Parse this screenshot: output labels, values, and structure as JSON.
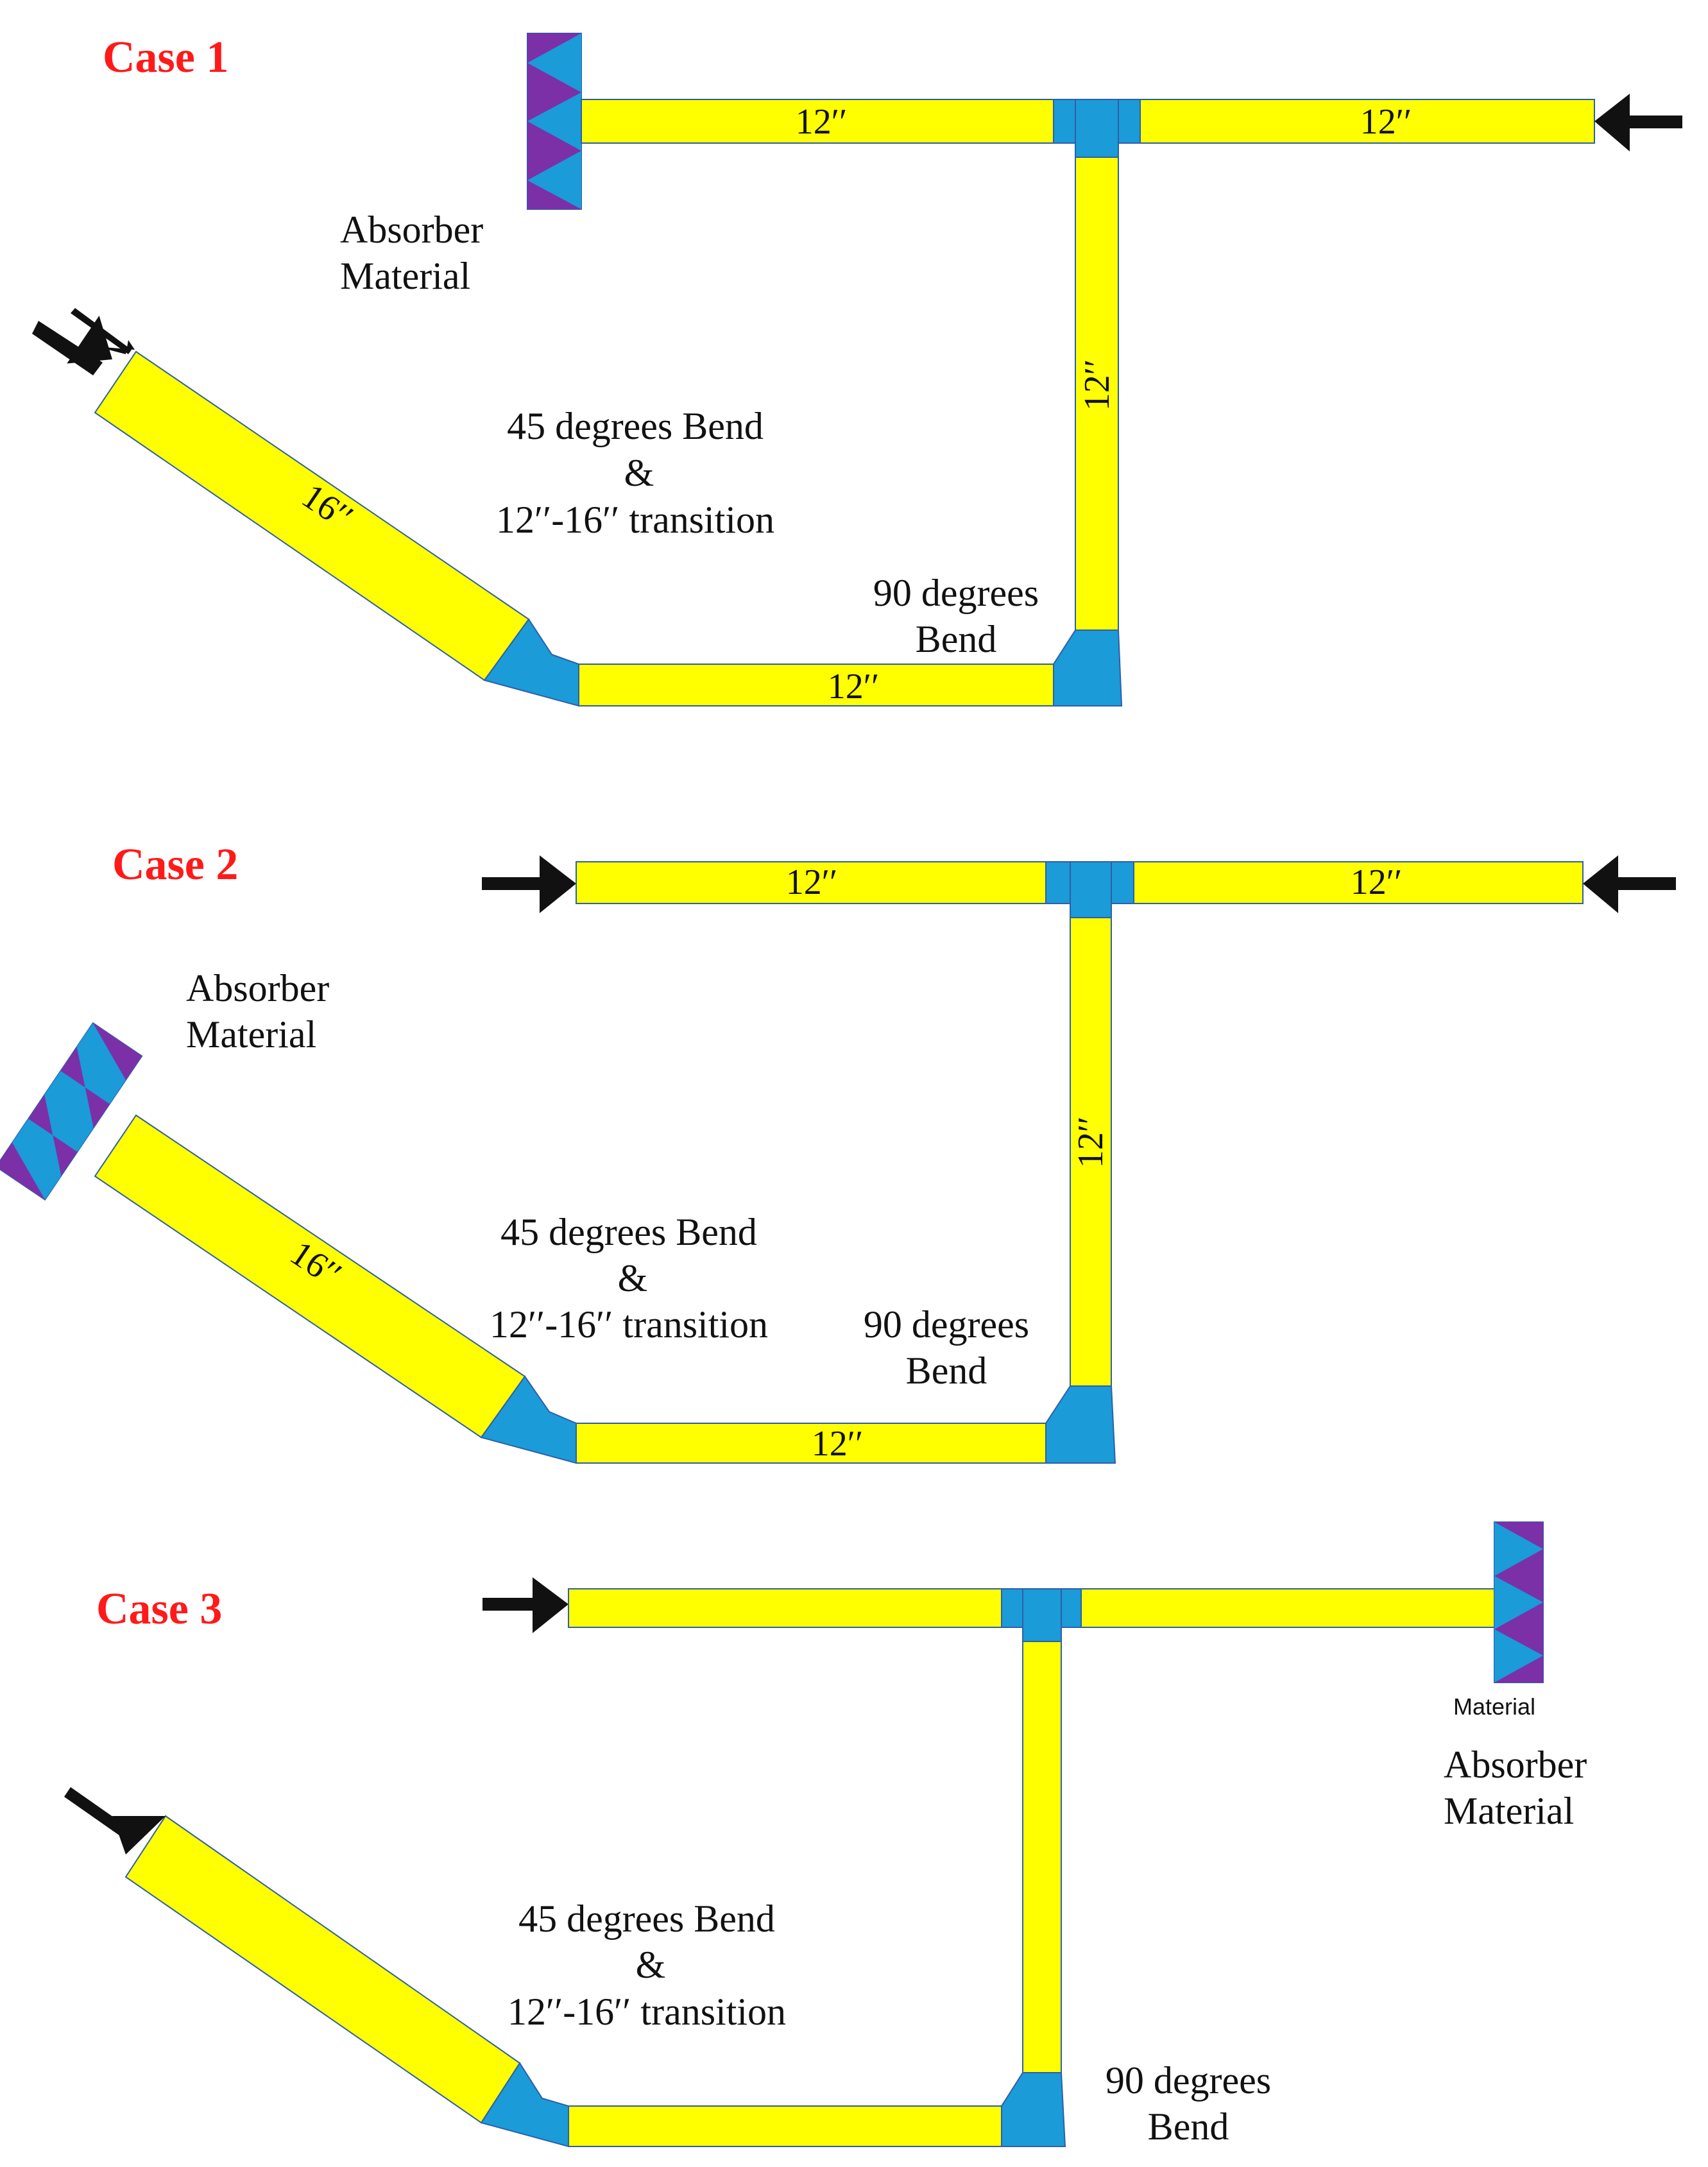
{
  "colors": {
    "duct": "#ffff00",
    "fitting": "#1b9bd8",
    "absorber_purple": "#7b30a8",
    "absorber_blue": "#1b9bd8",
    "speaker": "#111111",
    "title": "#ff1a1a"
  },
  "icons": {
    "speaker": "speaker-icon",
    "absorber": "absorber-material-icon"
  },
  "labels": {
    "absorber_line1": "Absorber",
    "absorber_line2": "Material",
    "bend45_line1": "45 degrees Bend",
    "bend45_line2": "&",
    "bend45_line3": "12′′-16′′ transition",
    "bend90_line1": "90 degrees",
    "bend90_line2": "Bend",
    "dim12": "12′′",
    "dim16": "16′′",
    "small_material": "Material"
  },
  "cases": [
    {
      "title": "Case 1"
    },
    {
      "title": "Case 2"
    },
    {
      "title": "Case 3"
    }
  ]
}
